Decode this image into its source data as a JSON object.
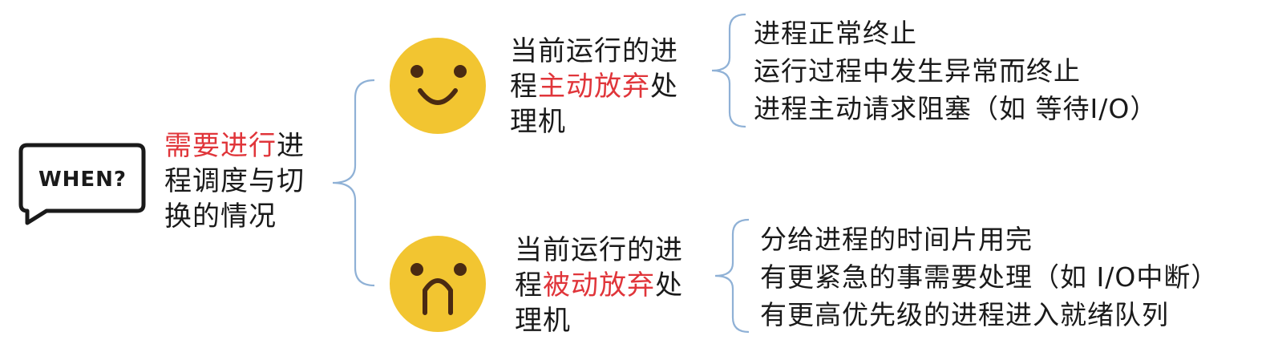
{
  "badge": {
    "label": "WHEN?"
  },
  "root": {
    "highlight": "需要进行",
    "line1_rest": "进",
    "line2": "程调度与切",
    "line3": "换的情况"
  },
  "branches": [
    {
      "icon": "smiling-face",
      "line1": "当前运行的进",
      "line2_pre": "程",
      "highlight": "主动放弃",
      "line2_post": "处",
      "line3": "理机",
      "items": [
        "进程正常终止",
        "运行过程中发生异常而终止",
        "进程主动请求阻塞（如 等待I/O）"
      ]
    },
    {
      "icon": "frowning-face",
      "line1": "当前运行的进",
      "line2_pre": "程",
      "highlight": "被动放弃",
      "line2_post": "处",
      "line3": "理机",
      "items": [
        "分给进程的时间片用完",
        "有更紧急的事需要处理（如 I/O中断）",
        "有更高优先级的进程进入就绪队列"
      ]
    }
  ],
  "colors": {
    "highlight": "#e0353a",
    "brace": "#8fb1d6",
    "face": "#f2c531",
    "face_feature": "#4a2a12"
  }
}
